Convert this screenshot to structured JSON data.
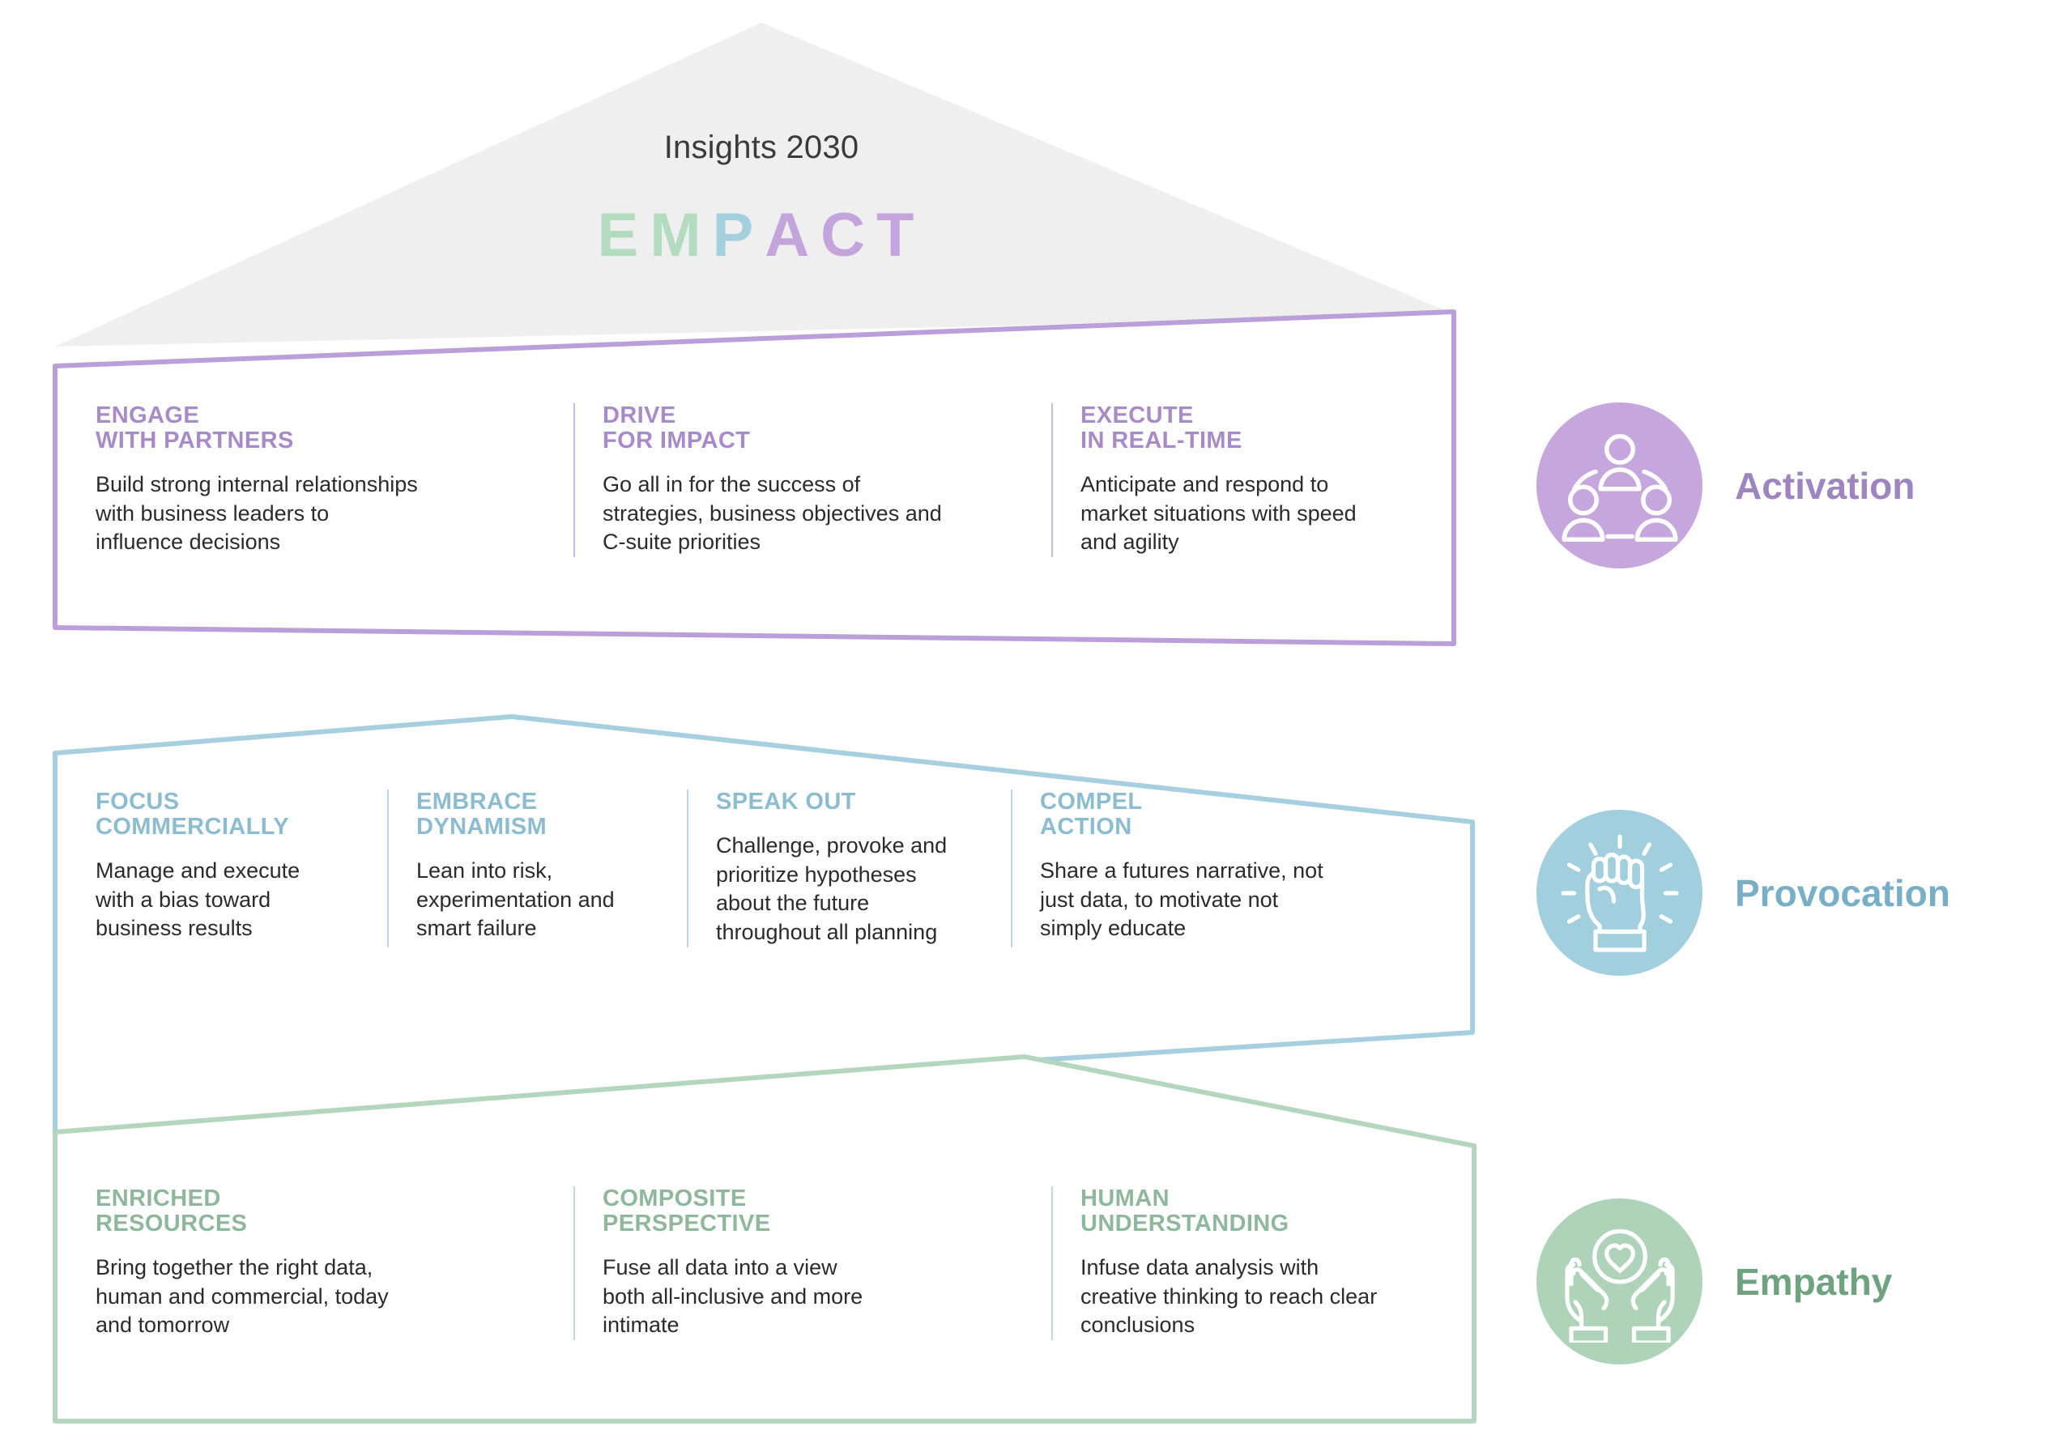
{
  "roof": {
    "title": "Insights 2030",
    "acronym_letters": [
      {
        "char": "E",
        "color": "#b2dcbd"
      },
      {
        "char": "M",
        "color": "#b2dcbd"
      },
      {
        "char": "P",
        "color": "#a3cfdf"
      },
      {
        "char": "A",
        "color": "#c3a5db"
      },
      {
        "char": "C",
        "color": "#c3a5db"
      },
      {
        "char": "T",
        "color": "#c3a5db"
      }
    ],
    "fill": "#efefef"
  },
  "bands": [
    {
      "key": "activation",
      "accent": "#b79cd6",
      "title_color": "#a78bc8",
      "rule_color": "#cdb8e3",
      "columns": [
        {
          "title": "ENGAGE\nWITH PARTNERS",
          "body": "Build strong internal relationships\nwith business leaders to\ninfluence decisions"
        },
        {
          "title": "DRIVE\nFOR IMPACT",
          "body": "Go all in for the success of\nstrategies, business objectives and\nC-suite priorities"
        },
        {
          "title": "EXECUTE\nIN REAL-TIME",
          "body": "Anticipate and respond to\nmarket situations with speed\nand agility"
        }
      ]
    },
    {
      "key": "provocation",
      "accent": "#9cc9da",
      "title_color": "#8bbccf",
      "rule_color": "#b9d9e5",
      "columns": [
        {
          "title": "FOCUS\nCOMMERCIALLY",
          "body": "Manage and execute\nwith a bias toward\nbusiness results"
        },
        {
          "title": "EMBRACE\nDYNAMISM",
          "body": "Lean into risk,\nexperimentation and\nsmart failure"
        },
        {
          "title": "SPEAK OUT",
          "body": "Challenge, provoke and\nprioritize hypotheses\nabout the future\nthroughout all planning"
        },
        {
          "title": "COMPEL\nACTION",
          "body": "Share a futures narrative, not\njust data, to motivate not\nsimply educate"
        }
      ]
    },
    {
      "key": "empathy",
      "accent": "#a9cfb4",
      "title_color": "#8fb79b",
      "rule_color": "#c2dccb",
      "columns": [
        {
          "title": "ENRICHED\nRESOURCES",
          "body": "Bring together the right data,\nhuman and commercial, today\nand tomorrow"
        },
        {
          "title": "COMPOSITE\nPERSPECTIVE",
          "body": "Fuse all data into a view\nboth all-inclusive and more\nintimate"
        },
        {
          "title": "HUMAN\nUNDERSTANDING",
          "body": "Infuse data analysis with\ncreative thinking to reach clear\nconclusions"
        }
      ]
    }
  ],
  "legend": [
    {
      "label": "Activation",
      "icon": "people-network-icon",
      "circle_color": "#c5a7de",
      "text_color": "#9d85c0"
    },
    {
      "label": "Provocation",
      "icon": "raised-fist-icon",
      "circle_color": "#a2cfde",
      "text_color": "#78afc6"
    },
    {
      "label": "Empathy",
      "icon": "hands-heart-icon",
      "circle_color": "#aed3b9",
      "text_color": "#6fa37f"
    }
  ]
}
